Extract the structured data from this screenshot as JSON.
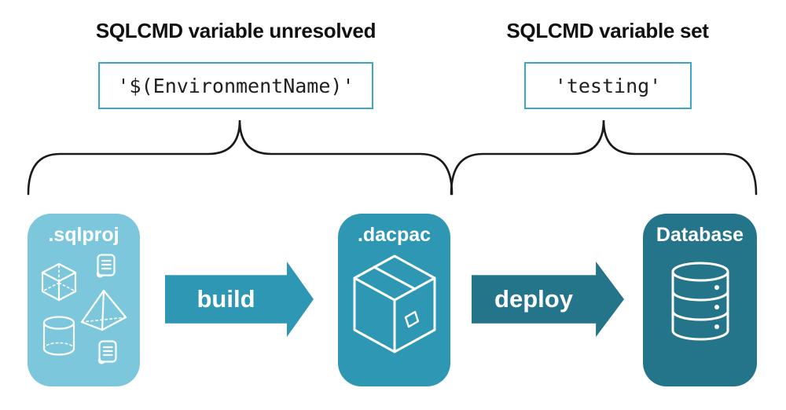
{
  "diagram": {
    "title_context": "SQLCMD variable resolution across sqlproj build and dacpac deploy",
    "left_group": {
      "heading": "SQLCMD variable unresolved",
      "code_value": "'$(EnvironmentName)'"
    },
    "right_group": {
      "heading": "SQLCMD variable set",
      "code_value": "'testing'"
    },
    "pipeline": {
      "nodes": [
        {
          "label": ".sqlproj",
          "icon": "sql-project-objects-icon",
          "color": "#7CC7DB"
        },
        {
          "label": ".dacpac",
          "icon": "package-box-icon",
          "color": "#2E97B4"
        },
        {
          "label": "Database",
          "icon": "database-cylinder-icon",
          "color": "#25758A"
        }
      ],
      "arrows": [
        {
          "label": "build",
          "color": "#2E97B4"
        },
        {
          "label": "deploy",
          "color": "#25758A"
        }
      ]
    },
    "colors": {
      "background": "#ffffff",
      "heading_text": "#111111",
      "code_text": "#1f1f1f",
      "code_box_border": "#3CA6C6",
      "brace_stroke": "#1a1a1a",
      "node_light": "#7CC7DB",
      "node_mid": "#2E97B4",
      "node_dark": "#25758A",
      "icon_stroke": "#ffffff"
    }
  }
}
